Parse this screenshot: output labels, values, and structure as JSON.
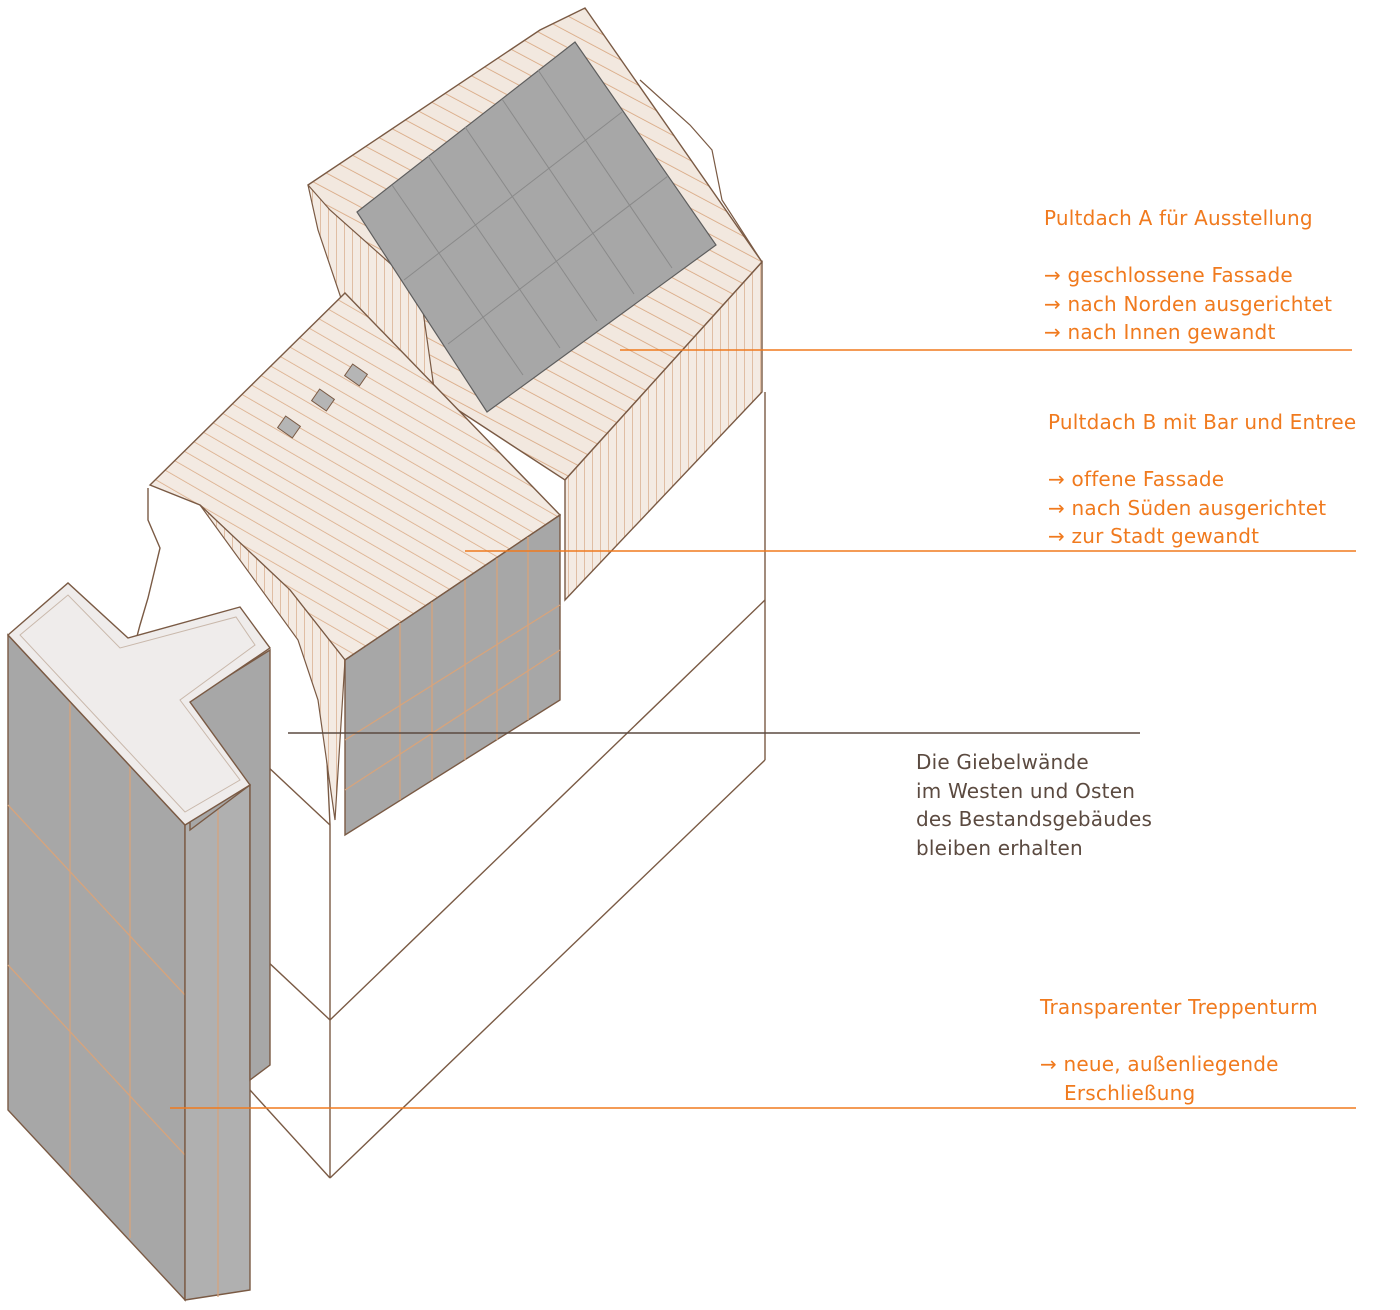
{
  "colors": {
    "accent_orange": "#f07a1e",
    "text_brown": "#5b4a40",
    "outline_brown": "#7a5a44",
    "roof_wood": "#f2e8df",
    "roof_stripe": "#d7a47c",
    "glass_grey": "#a7a7a7",
    "tower_top": "#efeceb"
  },
  "annotations": {
    "roof_a": {
      "title": "Pultdach A für Ausstellung",
      "bullets": [
        "→ geschlossene Fassade",
        "→ nach Norden ausgerichtet",
        "→ nach Innen gewandt"
      ]
    },
    "roof_b": {
      "title": "Pultdach B mit Bar und Entree",
      "bullets": [
        "→ offene Fassade",
        "→ nach Süden ausgerichtet",
        "→ zur Stadt gewandt"
      ]
    },
    "gable_walls": {
      "lines": [
        "Die Giebelwände",
        "im Westen und Osten",
        "des Bestandsgebäudes",
        "bleiben erhalten"
      ]
    },
    "stair_tower": {
      "title": "Transparenter Treppenturm",
      "bullets": [
        "→ neue, außenliegende",
        "Erschließung"
      ]
    }
  }
}
